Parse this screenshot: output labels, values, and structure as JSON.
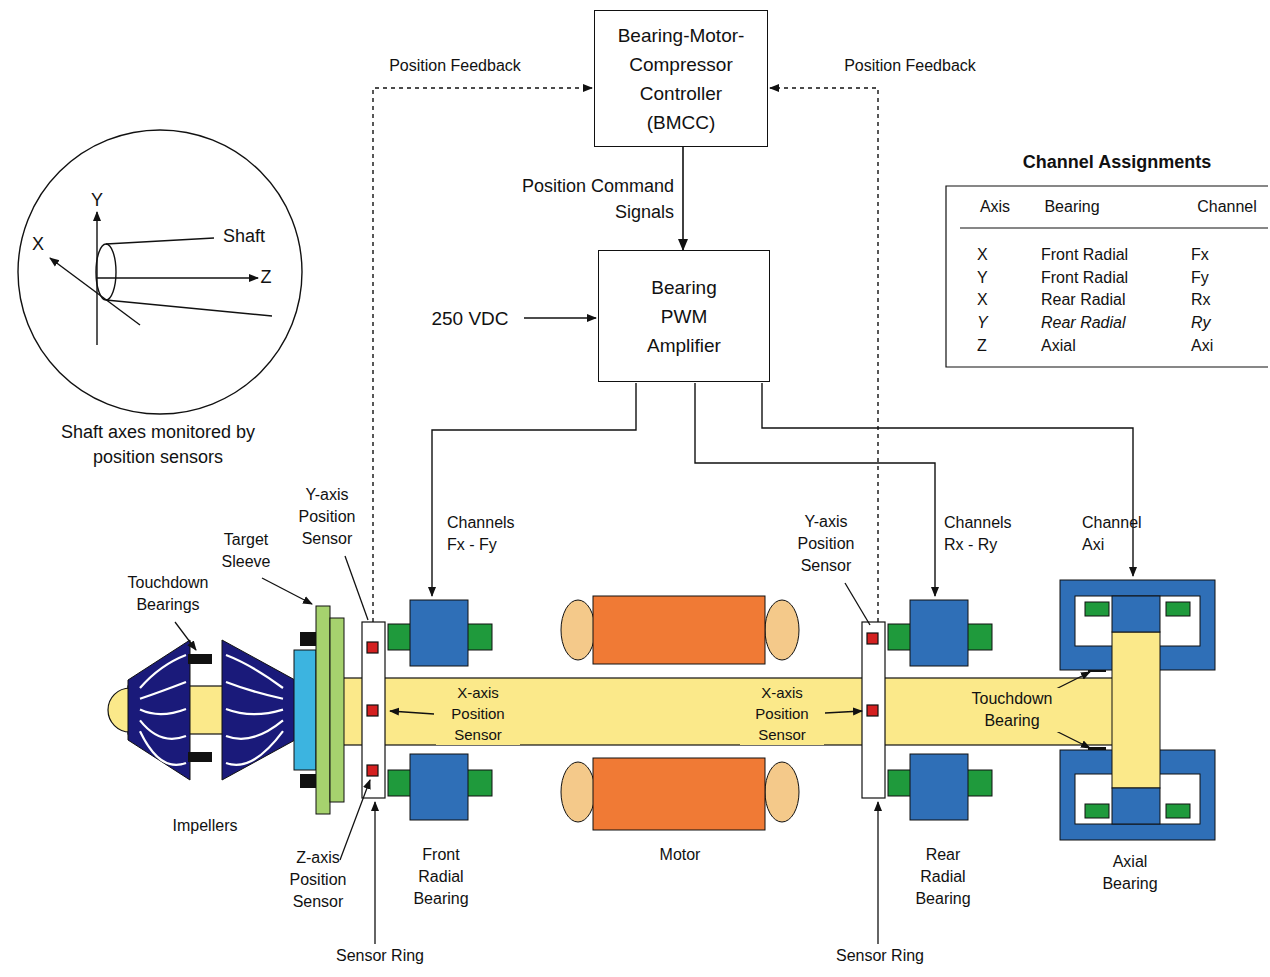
{
  "diagram": {
    "nodes": [
      {
        "text": [
          "Bearing-Motor-Compressor Controller (BMCC)"
        ]
      },
      {
        "text": [
          "Bearing PWM Amplifier"
        ]
      }
    ],
    "edges": [
      {
        "from": 0,
        "to": 1,
        "arrow": "to",
        "label": "Position Command Signals"
      }
    ],
    "labels": [
      "Position Feedback",
      "Position Feedback",
      "250 VDC",
      "Channel Assignments",
      "Axis",
      "Bearing",
      "Channel",
      "X",
      "Front Radial",
      "Fx",
      "Y",
      "Front Radial",
      "Fy",
      "X",
      "Rear Radial",
      "Rx",
      "Y",
      "Rear Radial",
      "Ry",
      "Z",
      "Axial",
      "Axi",
      "Y",
      "X",
      "Shaft",
      "Z",
      "Shaft axes monitored by position sensors",
      "Touchdown Bearings",
      "Target Sleeve",
      "Y-axis Position Sensor",
      "Channels Fx - Fy",
      "X-axis Position Sensor",
      "Impellers",
      "Z-axis Position Sensor",
      "Front Radial Bearing",
      "Sensor Ring",
      "Motor",
      "Y-axis Position Sensor",
      "Channels Rx - Ry",
      "Channel Axi",
      "X-axis Position Sensor",
      "Touchdown Bearing",
      "Rear Radial Bearing",
      "Axial Bearing",
      "Sensor Ring"
    ]
  }
}
